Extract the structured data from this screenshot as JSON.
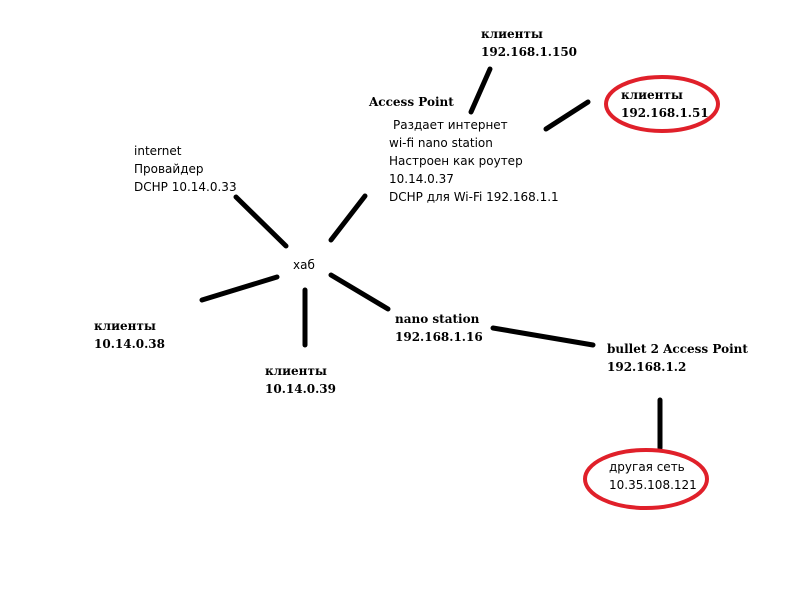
{
  "colors": {
    "line": "#000000",
    "highlight": "#e0202a"
  },
  "nodes": {
    "internet": {
      "line1": "internet",
      "line2": "Провайдер",
      "line3": "DCHP 10.14.0.33"
    },
    "access_point": {
      "title": "Access Point",
      "desc1": "Раздает интернет",
      "desc2": "wi-fi nano station",
      "desc3": "Настроен как роутер",
      "desc4": "10.14.0.37",
      "desc5": "DCHP для Wi-Fi 192.168.1.1"
    },
    "clients_top": {
      "name": "клиенты",
      "ip": "192.168.1.150"
    },
    "clients_circled": {
      "name": "клиенты",
      "ip": "192.168.1.51"
    },
    "hub": {
      "name": "хаб"
    },
    "clients_left": {
      "name": "клиенты",
      "ip": "10.14.0.38"
    },
    "clients_bottom": {
      "name": "клиенты",
      "ip": "10.14.0.39"
    },
    "nano_station": {
      "name": "nano station",
      "ip": "192.168.1.16"
    },
    "bullet": {
      "name": "bullet 2 Access Point",
      "ip": "192.168.1.2"
    },
    "other_net": {
      "name": "другая сеть",
      "ip": "10.35.108.121"
    }
  }
}
